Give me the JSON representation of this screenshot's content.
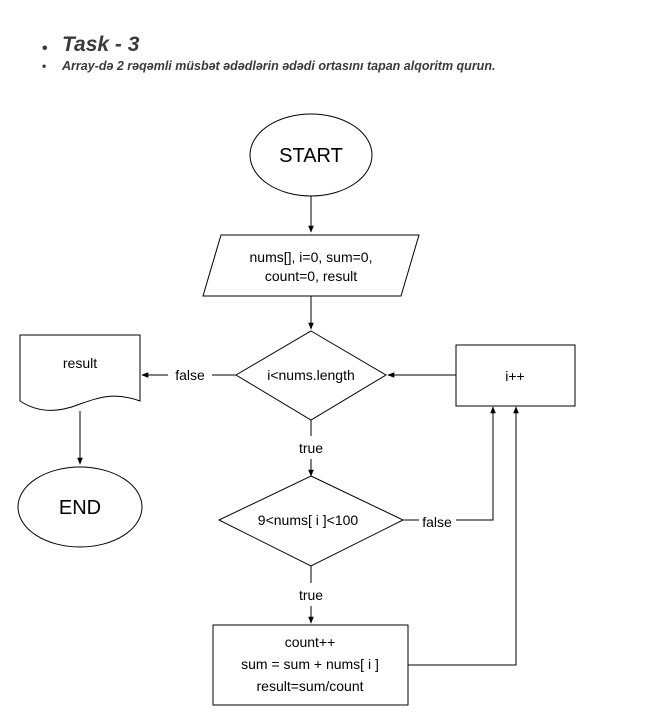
{
  "header": {
    "title": "Task - 3",
    "description": "Array-də 2 rəqəmli müsbət ədədlərin ədədi ortasını tapan alqoritm qurun."
  },
  "flowchart": {
    "start": "START",
    "init_line1": "nums[], i=0, sum=0,",
    "init_line2": "count=0, result",
    "loop_condition": "i<nums.length",
    "increment": "i++",
    "output": "result",
    "end": "END",
    "check_condition": "9<nums[ i ]<100",
    "body_line1": "count++",
    "body_line2": "sum = sum + nums[ i ]",
    "body_line3": "result=sum/count",
    "labels": {
      "loop_false": "false",
      "loop_true": "true",
      "check_false": "false",
      "check_true": "true"
    }
  }
}
